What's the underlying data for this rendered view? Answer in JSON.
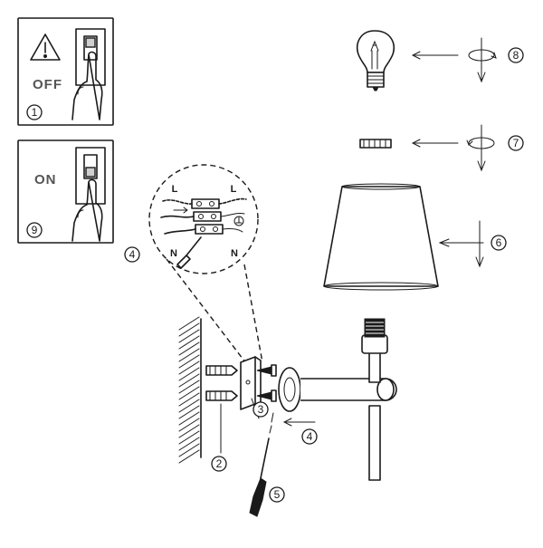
{
  "panels": {
    "off": {
      "label": "OFF",
      "step": "1"
    },
    "on": {
      "label": "ON",
      "step": "9"
    }
  },
  "wiring": {
    "live_left": "L",
    "live_right": "L",
    "neutral_left": "N",
    "neutral_right": "N",
    "step": "4"
  },
  "steps": {
    "bulb": "8",
    "ring": "7",
    "shade": "6",
    "screw": "5",
    "arm": "4",
    "bracket": "3",
    "plugs": "2"
  },
  "colors": {
    "ink": "#1a1a1a",
    "paper": "#ffffff"
  }
}
